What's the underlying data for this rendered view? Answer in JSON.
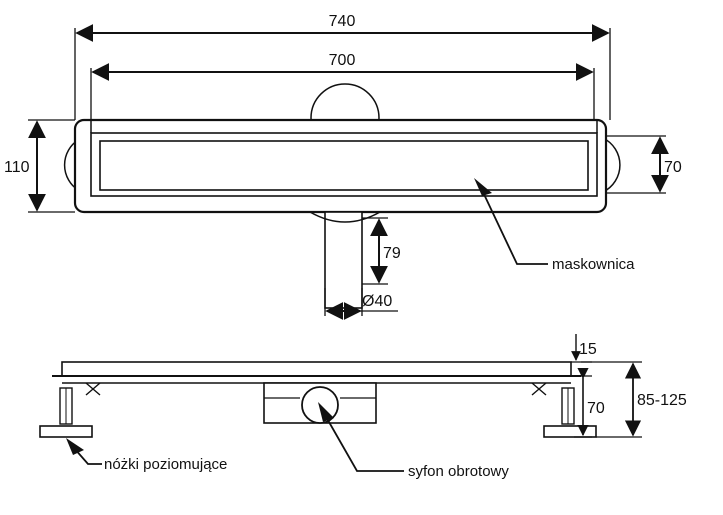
{
  "dimensions": {
    "overall_length": "740",
    "grate_length": "700",
    "total_width": "110",
    "grate_width": "70",
    "outlet_height": "79",
    "outlet_diameter": "Ø40",
    "frame_height": "15",
    "foot_height": "70",
    "adjust_range": "85-125"
  },
  "labels": {
    "grate": "maskownica",
    "feet": "nóżki poziomujące",
    "siphon": "syfon obrotowy"
  },
  "colors": {
    "line": "#111111",
    "fill": "#ffffff"
  }
}
